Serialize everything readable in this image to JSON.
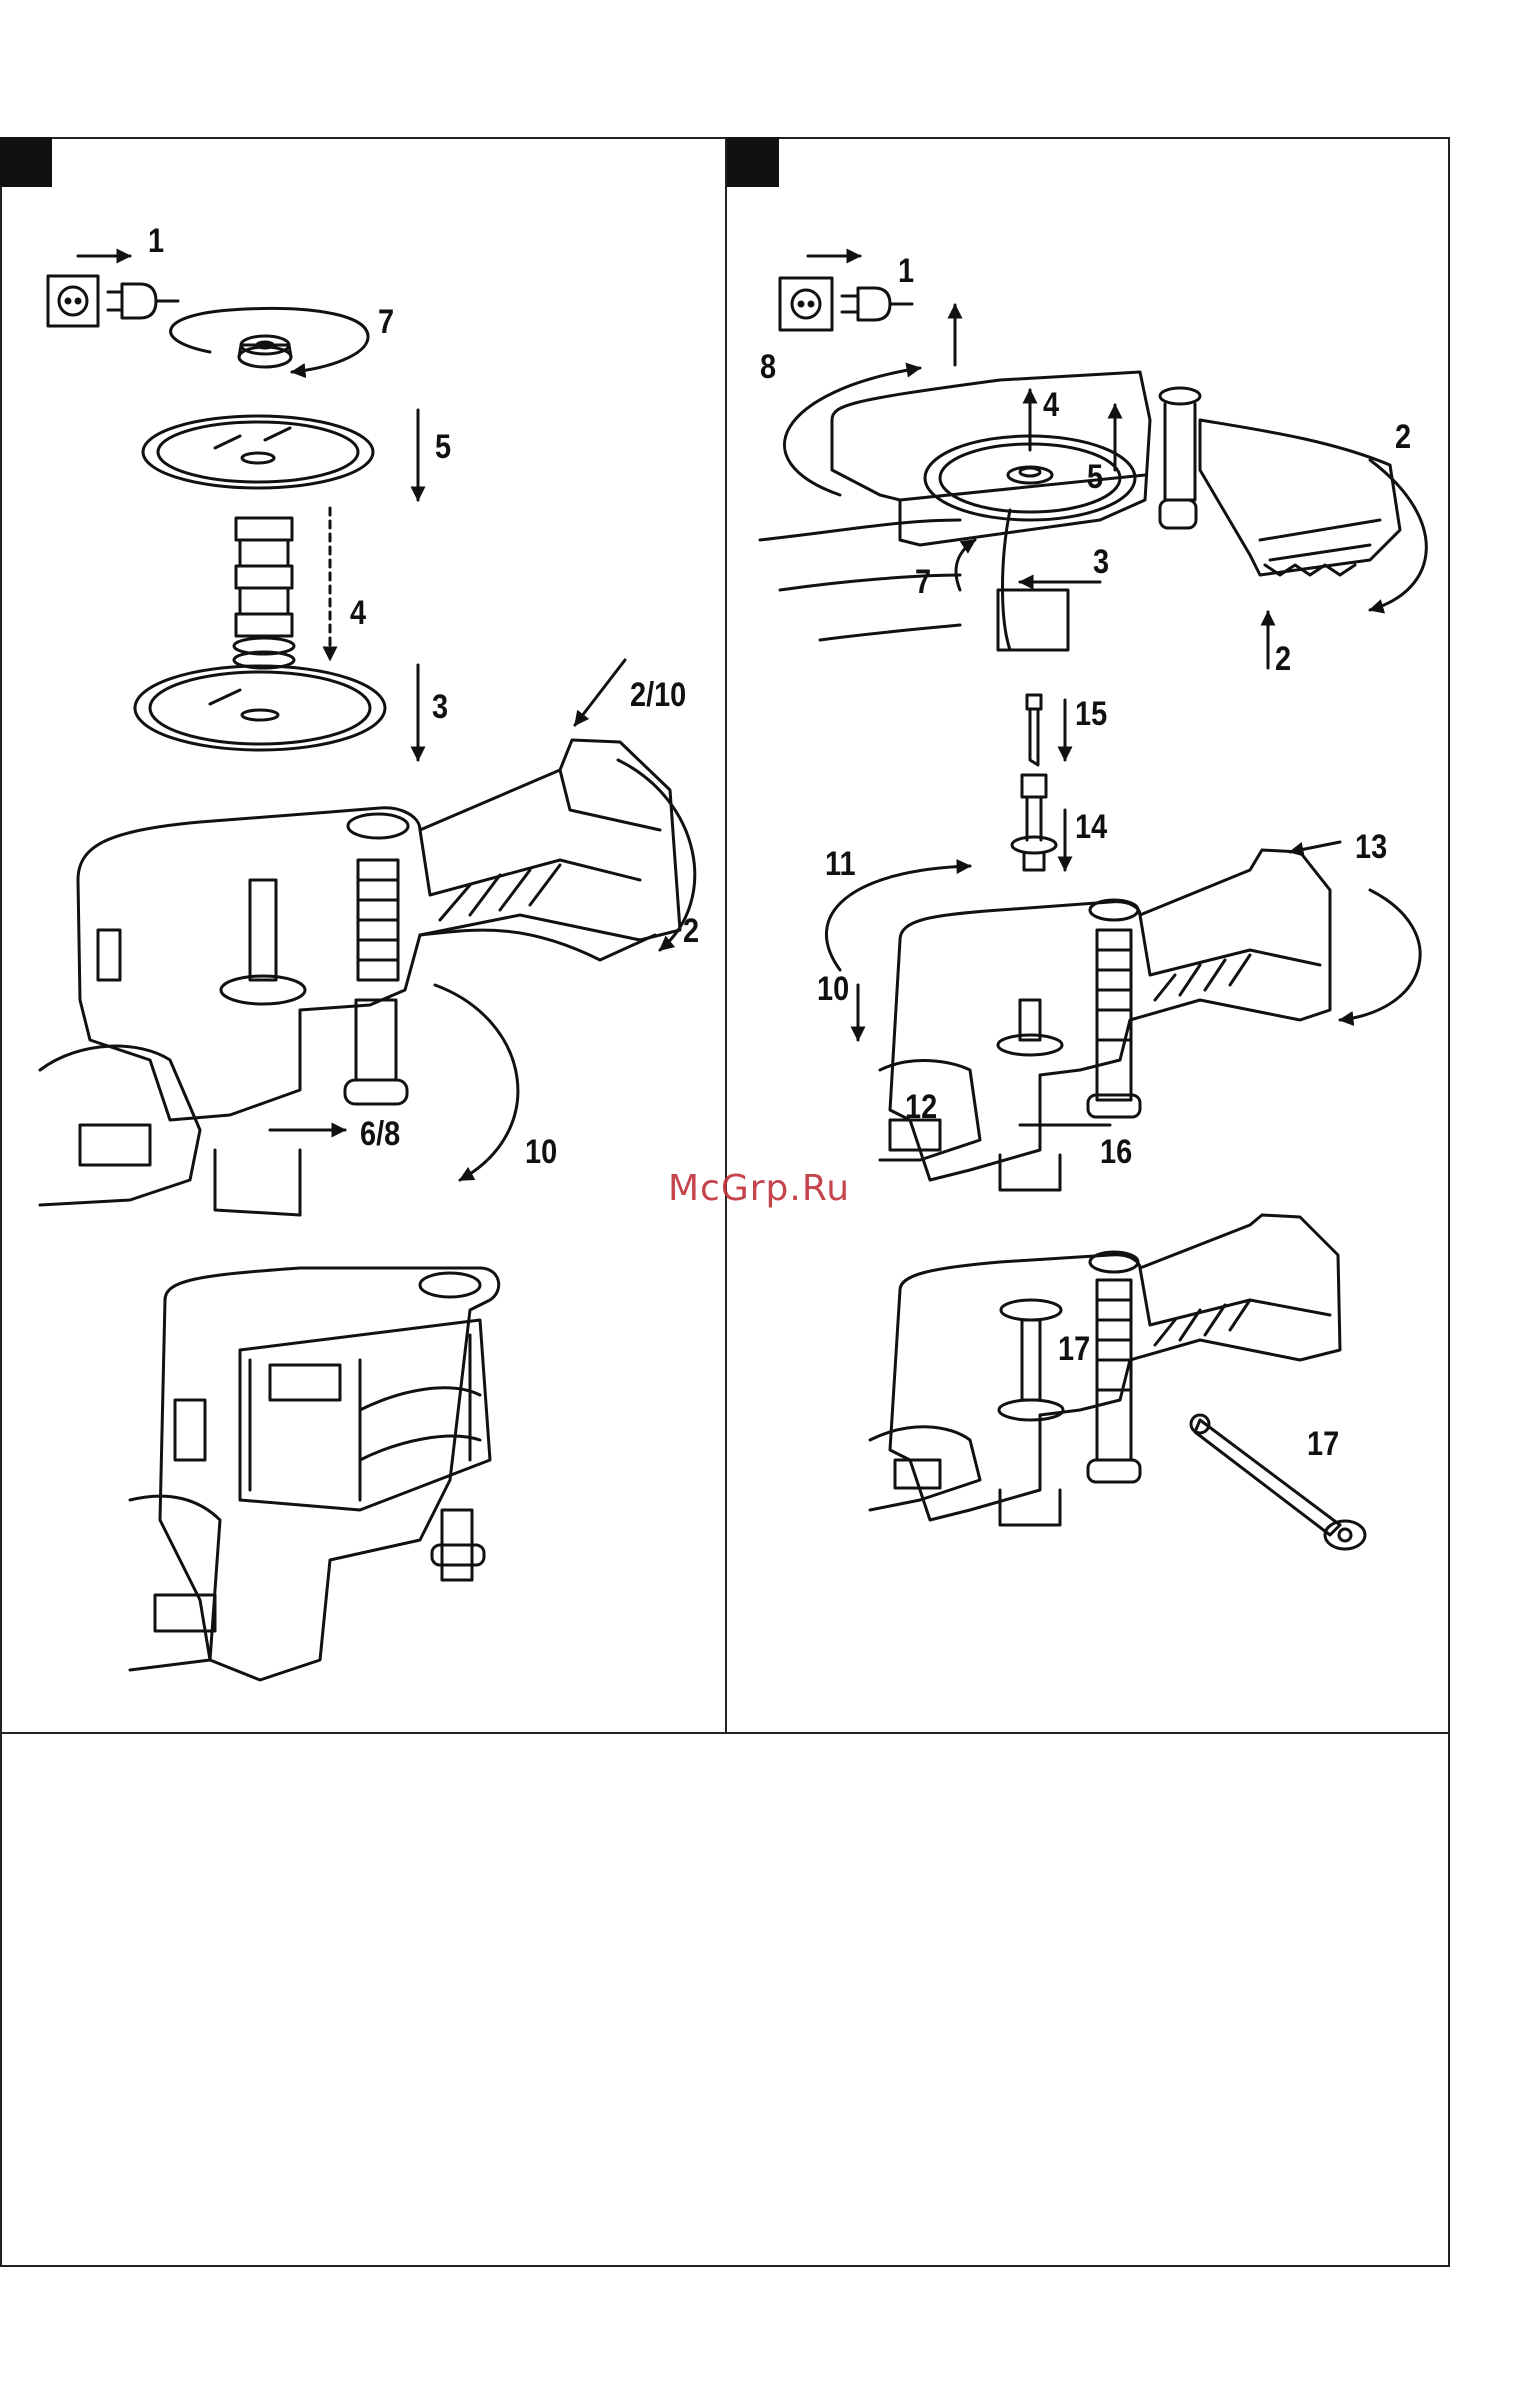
{
  "watermark": "McGrp.Ru",
  "left_panel": {
    "callouts": {
      "c1": "1",
      "c7": "7",
      "c5": "5",
      "c4": "4",
      "c3": "3",
      "c2_10": "2/10",
      "c2": "2",
      "c6_8": "6/8",
      "c10": "10"
    }
  },
  "right_panel": {
    "callouts": {
      "c1": "1",
      "c8": "8",
      "c4": "4",
      "c5": "5",
      "c2a": "2",
      "c3": "3",
      "c7": "7",
      "c2b": "2",
      "c15": "15",
      "c14": "14",
      "c11": "11",
      "c13": "13",
      "c10": "10",
      "c12": "12",
      "c16": "16",
      "c17a": "17",
      "c17b": "17"
    }
  },
  "icons": [
    "power-outlet-icon",
    "power-plug-icon"
  ]
}
